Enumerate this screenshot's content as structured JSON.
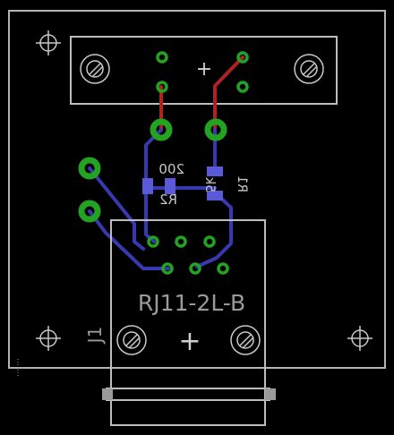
{
  "colors": {
    "background": "#000000",
    "outline": "#c8c8c8",
    "silk_dark": "#8a8a8a",
    "pad": "#22a322",
    "top_trace": "#b02222",
    "bottom_trace": "#3838b0",
    "smd_pad": "#5a5ad8"
  },
  "labels": {
    "connector_name": "RJ11-2L-B",
    "connector_ref": "J1",
    "resistor_value": "200",
    "resistor_ref": "R2",
    "part_ref_mirrored": "R1",
    "part_value_mirrored": "5k",
    "header_plus": "+",
    "jack_plus": "+"
  }
}
